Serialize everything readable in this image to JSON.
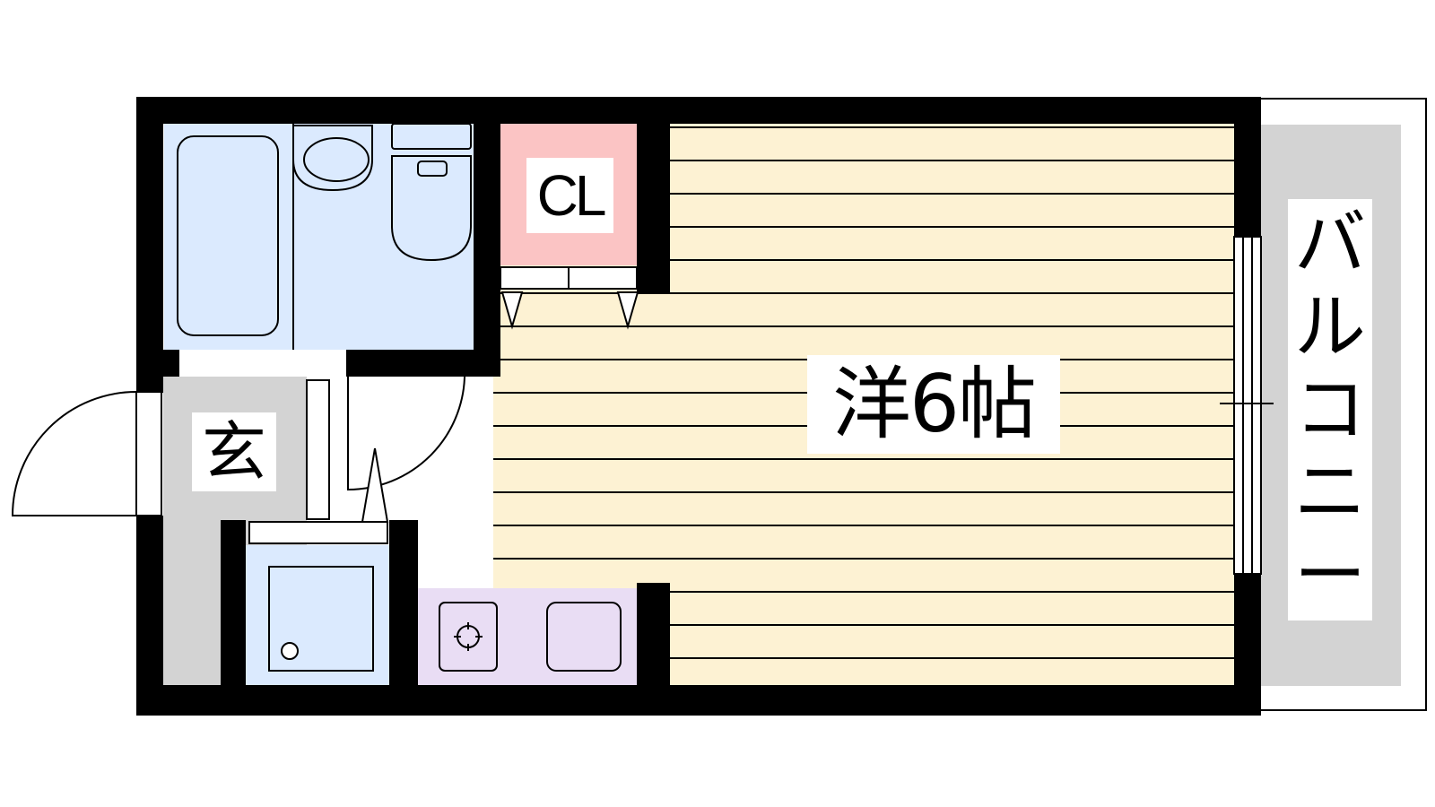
{
  "floor_plan": {
    "main_room_label": "洋6帖",
    "closet_label": "CL",
    "entrance_label": "玄",
    "balcony_chars": [
      "バ",
      "ル",
      "コ",
      "ニ",
      "ー"
    ]
  },
  "colors": {
    "wall": "#000000",
    "main_room_floor": "#fdf2d3",
    "floor_lines": "#000000",
    "bathroom": "#dbeafe",
    "closet": "#fbc4c4",
    "entrance": "#d3d3d3",
    "kitchen": "#e9ddf4",
    "washer_area": "#dbeafe",
    "balcony": "#d3d3d3"
  }
}
